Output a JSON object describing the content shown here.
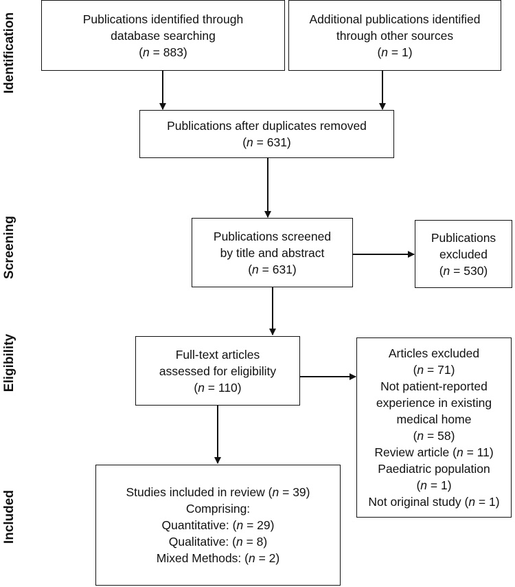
{
  "stages": {
    "identification": "Identification",
    "screening": "Screening",
    "eligibility": "Eligibility",
    "included": "Included"
  },
  "boxes": {
    "database_search": {
      "lines": [
        "Publications identified through",
        "database searching"
      ],
      "n_prefix": "(",
      "n_var": "n",
      "n_suffix": " = 883)"
    },
    "other_sources": {
      "lines": [
        "Additional publications identified",
        "through other sources"
      ],
      "n_prefix": "(",
      "n_var": "n",
      "n_suffix": " = 1)"
    },
    "after_duplicates": {
      "lines": [
        "Publications after duplicates removed"
      ],
      "n_prefix": "(",
      "n_var": "n",
      "n_suffix": " = 631)"
    },
    "screened": {
      "lines": [
        "Publications screened",
        "by title and abstract"
      ],
      "n_prefix": "(",
      "n_var": "n",
      "n_suffix": " = 631)"
    },
    "pubs_excluded": {
      "lines": [
        "Publications",
        "excluded"
      ],
      "n_prefix": "(",
      "n_var": "n",
      "n_suffix": " = 530)"
    },
    "full_text": {
      "lines": [
        "Full-text articles",
        "assessed for eligibility"
      ],
      "n_prefix": "(",
      "n_var": "n",
      "n_suffix": " = 110)"
    },
    "articles_excluded": {
      "title": "Articles excluded",
      "total": {
        "prefix": "(",
        "var": "n",
        "suffix": " = 71)"
      },
      "reasons": [
        {
          "lines": [
            "Not patient-reported",
            "experience in existing",
            "medical home"
          ],
          "n": {
            "prefix": "(",
            "var": "n",
            "suffix": " = 58)"
          }
        },
        {
          "label_prefix": "Review article (",
          "var": "n",
          "suffix": " = 11)"
        },
        {
          "lines": [
            "Paediatric population"
          ],
          "n": {
            "prefix": "(",
            "var": "n",
            "suffix": " = 1)"
          }
        },
        {
          "label_prefix": "Not original study (",
          "var": "n",
          "suffix": " = 1)"
        }
      ]
    },
    "included": {
      "line1_prefix": "Studies included in review (",
      "line1_var": "n",
      "line1_suffix": " = 39)",
      "comprising": "Comprising:",
      "items": [
        {
          "prefix": "Quantitative: (",
          "var": "n",
          "suffix": " = 29)"
        },
        {
          "prefix": "Qualitative: (",
          "var": "n",
          "suffix": " = 8)"
        },
        {
          "prefix": "Mixed Methods: (",
          "var": "n",
          "suffix": " = 2)"
        }
      ]
    }
  }
}
